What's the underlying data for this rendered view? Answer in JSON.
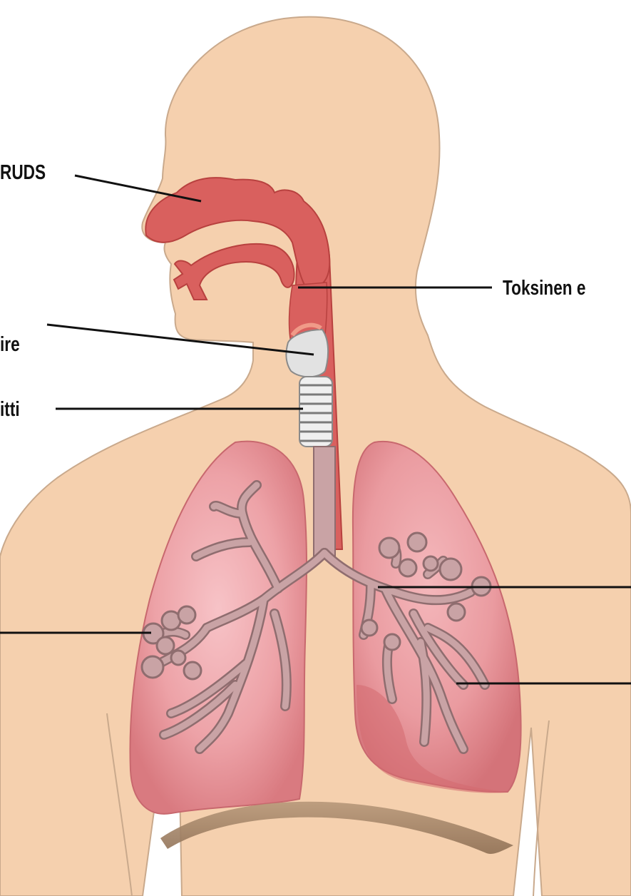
{
  "labels": {
    "nasal": "RUDS",
    "pharynx": "Toksinen e",
    "larynx": "ire",
    "trachea": "itti"
  },
  "colors": {
    "background": "#ffffff",
    "skin": "#f5d0ae",
    "skin_outline": "#c9a98c",
    "airway": "#d9605e",
    "airway_dark": "#b8413f",
    "lung": "#e99a9f",
    "lung_light": "#f2b6bb",
    "lung_dark": "#cf6f74",
    "bronchi": "#c9a3a5",
    "bronchi_outline": "#8f6d6f",
    "trachea_ring": "#e8e8e8",
    "diaphragm": "#a88868",
    "leader_line": "#111111"
  }
}
